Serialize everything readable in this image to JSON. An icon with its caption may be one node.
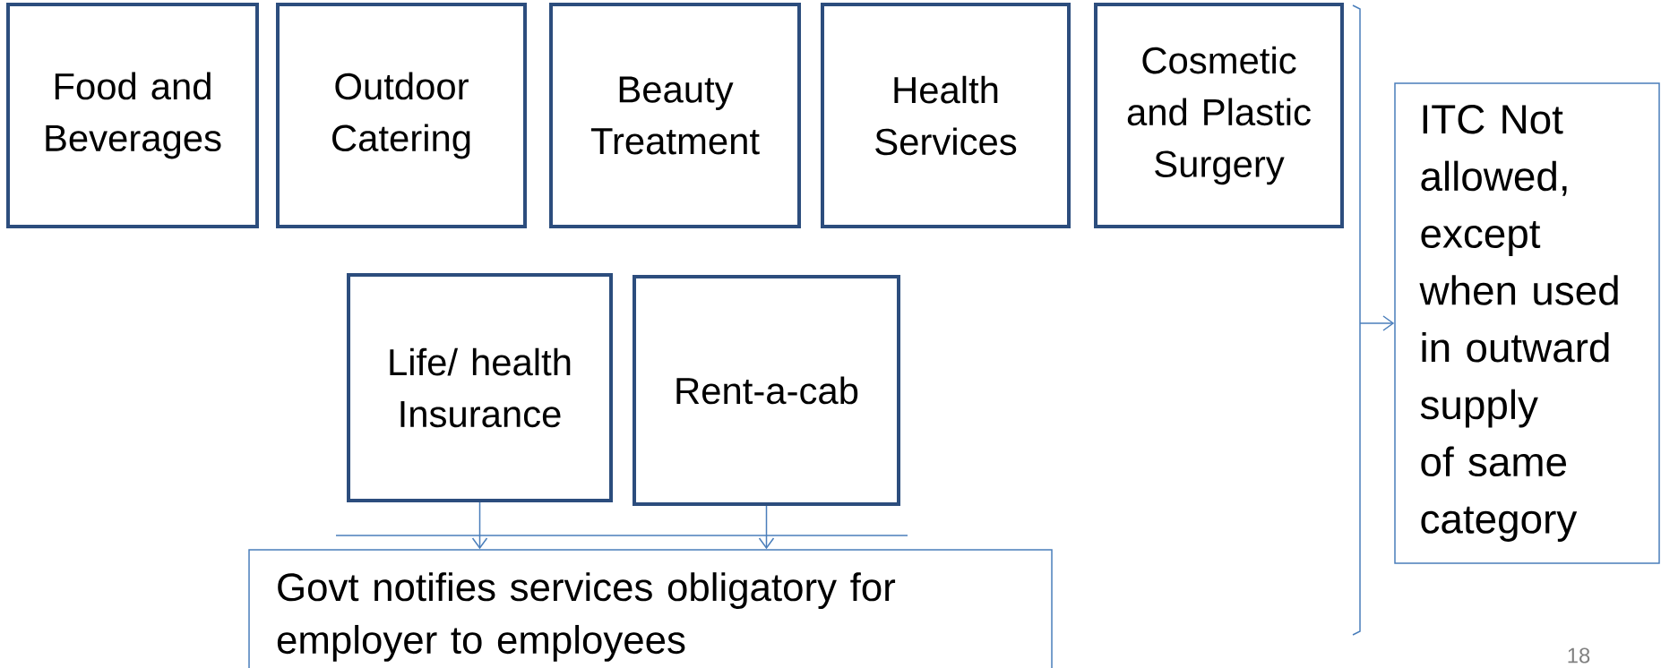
{
  "diagram": {
    "nodes": [
      {
        "text": [
          "Food and Beverages"
        ]
      },
      {
        "text": [
          "Outdoor Catering"
        ]
      },
      {
        "text": [
          "Beauty Treatment"
        ]
      },
      {
        "text": [
          "Health Services"
        ]
      },
      {
        "text": [
          "Cosmetic and Plastic Surgery"
        ]
      },
      {
        "text": [
          "Life/ health Insurance"
        ]
      },
      {
        "text": [
          "Rent-a-cab"
        ]
      },
      {
        "text": [
          "Govt notifies services obligatory for employer to employees"
        ]
      },
      {
        "text": [
          "ITC Not allowed, except when used in outward supply of same category"
        ]
      }
    ],
    "edges": [
      {
        "from": 5,
        "to": 7,
        "arrow": "to"
      },
      {
        "from": 6,
        "to": 7,
        "arrow": "to"
      },
      {
        "from": null,
        "to": 8,
        "arrow": "to"
      }
    ],
    "labels": [
      "18"
    ]
  }
}
